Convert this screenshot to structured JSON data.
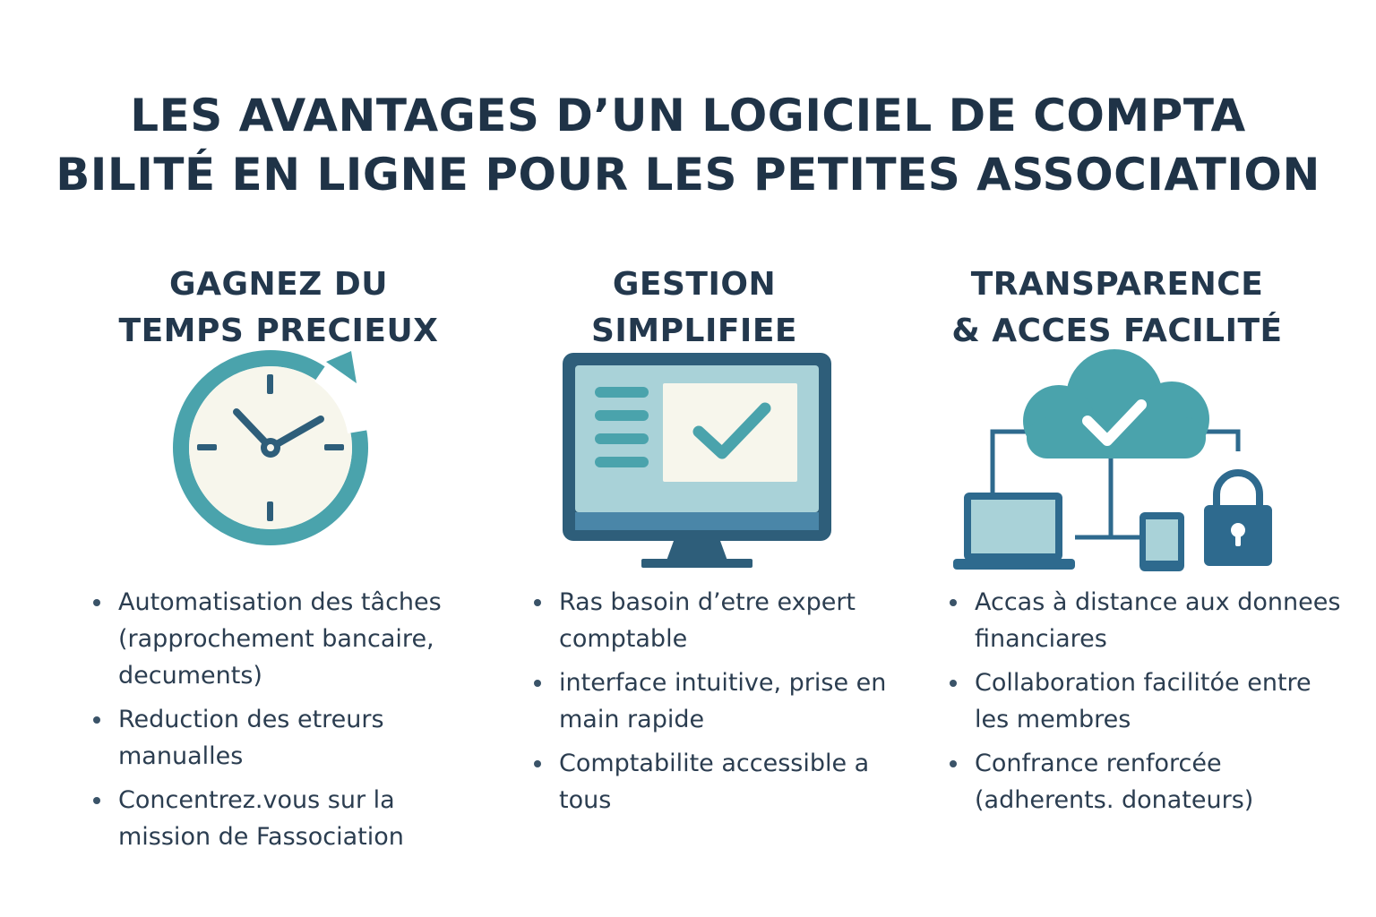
{
  "title": {
    "line1": "LES AVANTAGES D’UN LOGICIEL DE COMPTA",
    "line2": "BILITÉ EN LIGNE POUR LES PETITES ASSOCIATION"
  },
  "colors": {
    "navy": "#1f3347",
    "teal": "#4aa3ac",
    "blue": "#2e6a8e",
    "light_blue": "#a9d2d8",
    "cream": "#f7f6ec"
  },
  "columns": [
    {
      "heading": [
        "GAGNEZ DU",
        "TEMPS PRECIEUX"
      ],
      "icon": "clock-icon",
      "bullets": [
        "Automatisation des tâches (rapprochement bancaire, decuments)",
        "Reduction des etreurs manualles",
        "Concentrez.vous sur la mission de Fassociation"
      ]
    },
    {
      "heading": [
        "GESTION",
        "SIMPLIFIEE"
      ],
      "icon": "monitor-checklist-icon",
      "bullets": [
        "Ras basoin d’etre expert comptable",
        "interface intuitive, prise en main rapide",
        "Comptabilite accessible a tous"
      ]
    },
    {
      "heading": [
        "TRANSPARENCE",
        "& ACCES FACILITÉ"
      ],
      "icon": "cloud-network-icon",
      "bullets": [
        "Accas à distance aux donnees financiares",
        "Collaboration facilitóe entre les membres",
        "Confrance renforcée (adherents. donateurs)"
      ]
    }
  ]
}
